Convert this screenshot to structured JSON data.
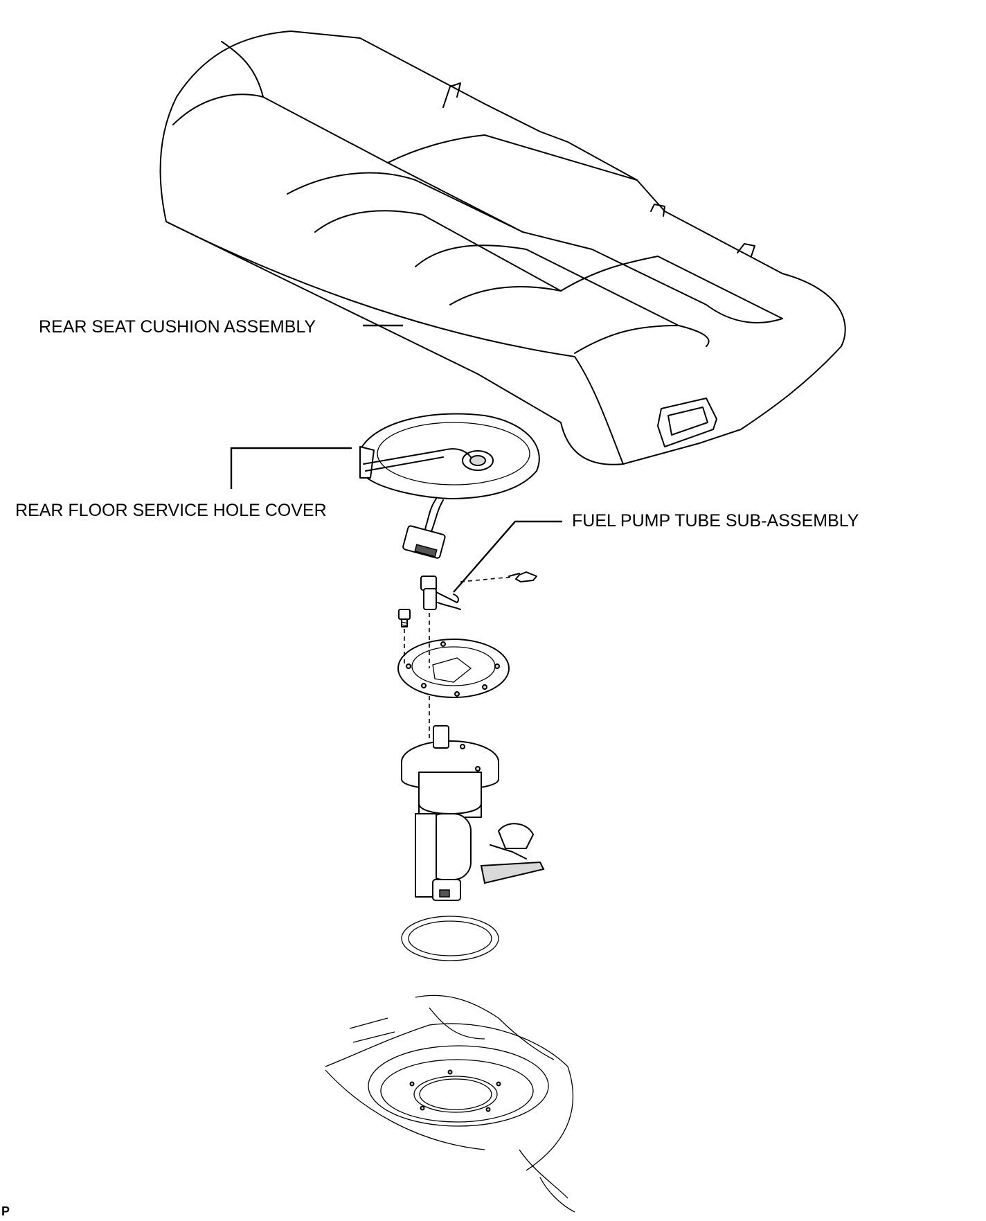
{
  "labels": {
    "rear_seat_cushion": "REAR SEAT CUSHION ASSEMBLY",
    "rear_floor_service_hole_cover": "REAR FLOOR SERVICE HOLE COVER",
    "fuel_pump_tube": "FUEL PUMP TUBE SUB-ASSEMBLY"
  },
  "figure_code": "P"
}
